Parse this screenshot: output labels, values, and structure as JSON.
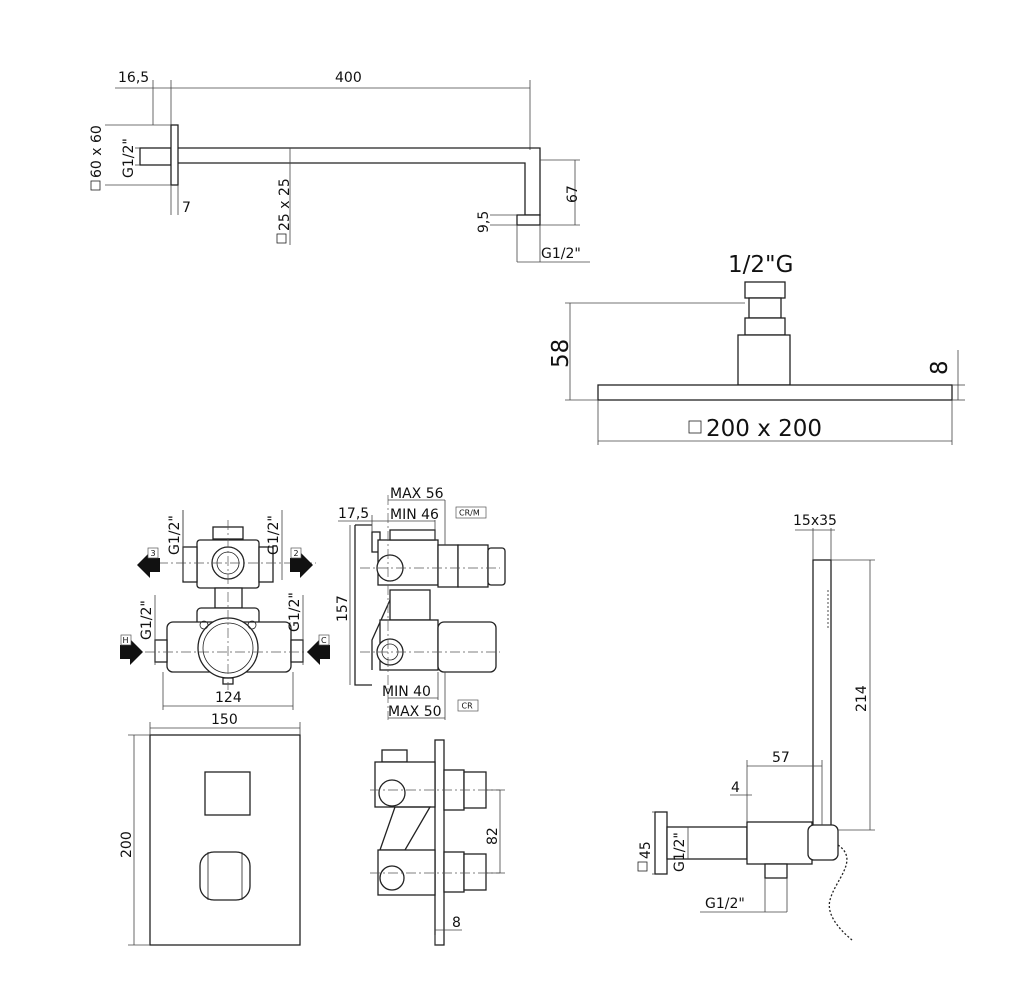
{
  "shower_arm": {
    "dim_plate_depth": "16,5",
    "dim_length": "400",
    "dim_plate": "60 x 60",
    "dim_inlet": "G1/2\"",
    "dim_plate_thickness": "7",
    "dim_section": "25 x 25",
    "dim_outlet_len": "9,5",
    "dim_drop": "67",
    "dim_outlet": "G1/2\""
  },
  "shower_head": {
    "dim_thread": "1/2\"G",
    "dim_height": "58",
    "dim_thickness": "8",
    "dim_size": "200 x 200"
  },
  "valve_front": {
    "port_top_left": "G1/2\"",
    "port_top_right": "G1/2\"",
    "port_bottom_left": "G1/2\"",
    "port_bottom_right": "G1/2\"",
    "outlet_3": "3",
    "outlet_2": "2",
    "inlet_hot": "H",
    "inlet_cold": "C",
    "dim_width_body": "124"
  },
  "valve_side": {
    "dim_max_top": "MAX 56",
    "dim_min_top": "MIN 46",
    "dim_offset": "17,5",
    "badge_top": "CR/M",
    "dim_height": "157",
    "dim_min_bottom": "MIN 40",
    "dim_max_bottom": "MAX 50",
    "badge_bottom": "CR"
  },
  "trim_plate": {
    "dim_width": "150",
    "dim_height": "200",
    "dim_handle_spacing": "82",
    "dim_plate_thickness": "8"
  },
  "hand_shower": {
    "dim_section": "15x35",
    "dim_length": "214",
    "dim_projection": "57",
    "dim_offset": "4",
    "dim_plate": "45",
    "dim_inlet": "G1/2\"",
    "dim_outlet": "G1/2\""
  }
}
